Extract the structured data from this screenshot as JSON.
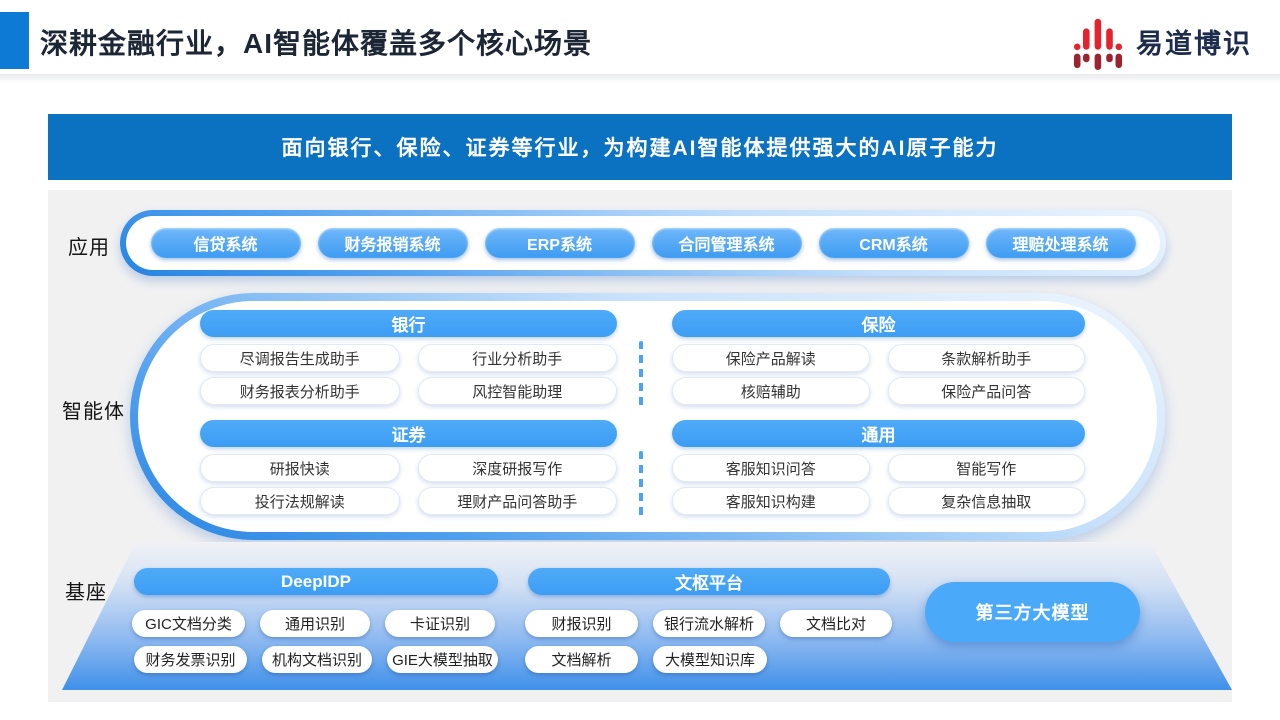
{
  "header": {
    "title": "深耕金融行业，AI智能体覆盖多个核心场景",
    "logo_text": "易道博识",
    "logo_icon": "red-soundwave-bars-icon"
  },
  "banner": {
    "text": "面向银行、保险、证券等行业，为构建AI智能体提供强大的AI原子能力"
  },
  "sections": {
    "application": {
      "label": "应用",
      "systems": [
        "信贷系统",
        "财务报销系统",
        "ERP系统",
        "合同管理系统",
        "CRM系统",
        "理赔处理系统"
      ]
    },
    "agents": {
      "label": "智能体",
      "groups": [
        {
          "title": "银行",
          "items": [
            "尽调报告生成助手",
            "行业分析助手",
            "财务报表分析助手",
            "风控智能助理"
          ]
        },
        {
          "title": "保险",
          "items": [
            "保险产品解读",
            "条款解析助手",
            "核赔辅助",
            "保险产品问答"
          ]
        },
        {
          "title": "证券",
          "items": [
            "研报快读",
            "深度研报写作",
            "投行法规解读",
            "理财产品问答助手"
          ]
        },
        {
          "title": "通用",
          "items": [
            "客服知识问答",
            "智能写作",
            "客服知识构建",
            "复杂信息抽取"
          ]
        }
      ]
    },
    "base": {
      "label": "基座",
      "platforms": [
        {
          "title": "DeepIDP",
          "items": [
            "GIC文档分类",
            "通用识别",
            "卡证识别",
            "财务发票识别",
            "机构文档识别",
            "GIE大模型抽取"
          ]
        },
        {
          "title": "文枢平台",
          "items": [
            "财报识别",
            "银行流水解析",
            "文档比对",
            "文档解析",
            "大模型知识库"
          ]
        }
      ],
      "third_party": "第三方大模型"
    }
  },
  "colors": {
    "accent_blue": "#0d7bd6",
    "banner_blue": "#0b71c1",
    "pill_blue": "#42a4f7",
    "stage_gray": "#f1f1f2",
    "logo_red_bright": "#e5232d",
    "logo_red_dark": "#9c2430",
    "title_dark": "#1c2634"
  }
}
